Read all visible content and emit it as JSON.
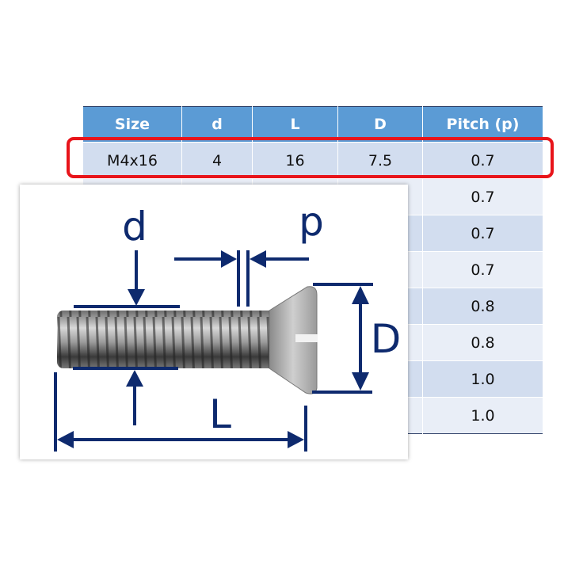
{
  "table": {
    "headers": [
      "Size",
      "d",
      "L",
      "D",
      "Pitch (p)"
    ],
    "highlighted_row": {
      "size": "M4x16",
      "d": "4",
      "L": "16",
      "D": "7.5",
      "pitch": "0.7"
    },
    "hidden_rows_pitch": [
      "0.7",
      "0.7",
      "0.7",
      "0.8",
      "0.8",
      "1.0",
      "1.0"
    ]
  },
  "diagram": {
    "labels": {
      "d": "d",
      "p": "p",
      "D": "D",
      "L": "L"
    }
  },
  "colors": {
    "header": "#5b9bd5",
    "highlight": "#e8141a",
    "dimension": "#0e2a6e"
  }
}
